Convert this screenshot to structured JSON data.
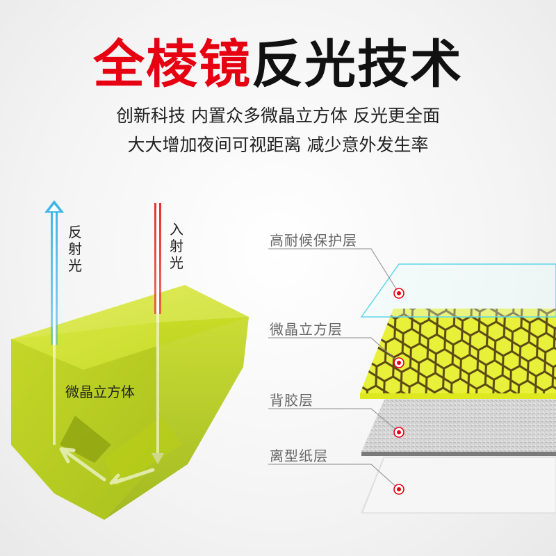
{
  "header": {
    "title_red": "全棱镜",
    "title_black": "反光技术",
    "subtitle_line1": "创新科技 内置众多微晶立方体 反光更全面",
    "subtitle_line2": "大大增加夜间可视距离 减少意外发生率"
  },
  "prism": {
    "reflected_light_label": "反射光",
    "incident_light_label": "入射光",
    "cube_label": "微晶立方体",
    "colors": {
      "prism": "#c8dc1e",
      "incident": "#e8312e",
      "reflected": "#3fb6e8"
    }
  },
  "layers": [
    {
      "label": "高耐候保护层"
    },
    {
      "label": "微晶立方层"
    },
    {
      "label": "背胶层"
    },
    {
      "label": "离型纸层"
    }
  ],
  "accent": {
    "marker": "#e60012",
    "protective": "#5fd6e8",
    "micro": "#e5ef2a"
  }
}
